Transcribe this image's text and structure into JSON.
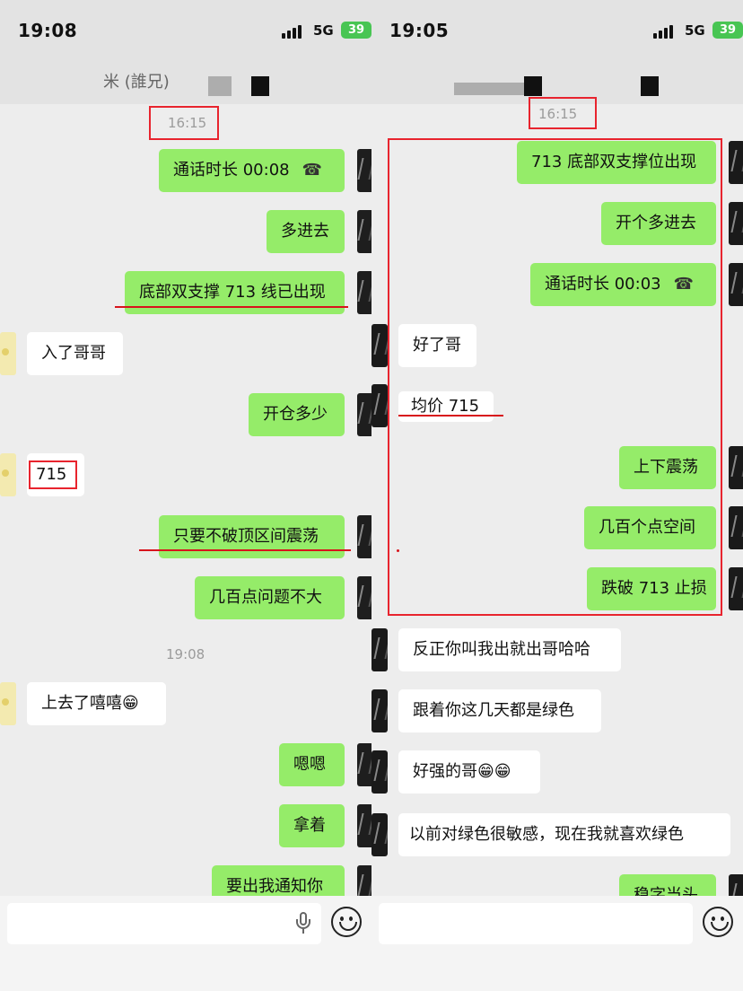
{
  "left": {
    "status": {
      "time": "19:08",
      "network": "5G",
      "battery": "39"
    },
    "contact_fragment": "米  (誰兄)",
    "messages": {
      "ts1": "16:15",
      "m1": "通话时长 00:08",
      "m2": "多进去",
      "m3": "底部双支撑 713 线已出现",
      "m4": "入了哥哥",
      "m5": "开仓多少",
      "m6": "715",
      "m7": "只要不破顶区间震荡",
      "m8": "几百点问题不大",
      "ts2": "19:08",
      "m9": "上去了嘻嘻",
      "m10": "嗯嗯",
      "m11": "拿着",
      "m12": "要出我通知你"
    }
  },
  "right": {
    "status": {
      "time": "19:05",
      "network": "5G",
      "battery": "39"
    },
    "messages": {
      "ts1": "16:15",
      "m1": "713 底部双支撑位出现",
      "m2": "开个多进去",
      "m3": "通话时长 00:03",
      "m4": "好了哥",
      "m5": "均价 715",
      "m6": "上下震荡",
      "m7": "几百个点空间",
      "m8": "跌破 713 止损",
      "m9": "反正你叫我出就出哥哈哈",
      "m10": "跟着你这几天都是绿色",
      "m11": "好强的哥",
      "m12": "以前对绿色很敏感，现在我就喜欢绿色",
      "m13": "稳字当头"
    }
  },
  "emojis": {
    "grin": "😁",
    "grin_big": "😁😁"
  },
  "icons": {
    "call": "call-end-icon",
    "mic": "microphone-icon",
    "emoji": "emoji-smiley-icon"
  },
  "colors": {
    "sent_bubble": "#95ec69",
    "received_bubble": "#ffffff",
    "annotation": "#e8242e",
    "background": "#ededed"
  }
}
